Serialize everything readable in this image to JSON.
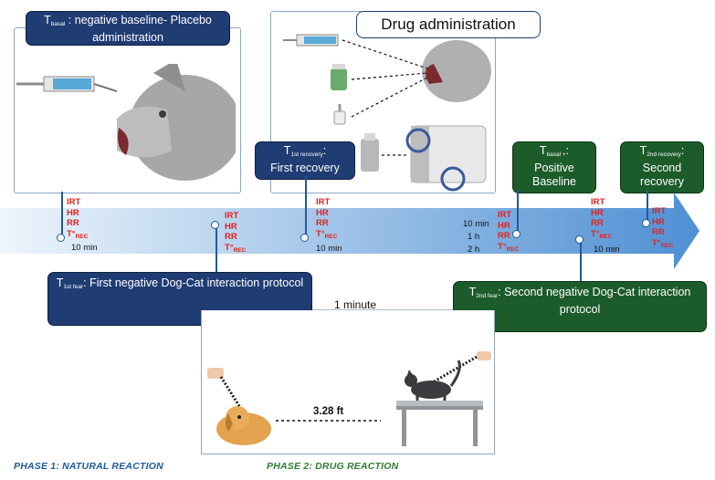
{
  "boxes": {
    "basal_neg": {
      "t": "T",
      "sub": "basal",
      "text": " : negative baseline- Placebo administration"
    },
    "drug_admin": {
      "text": "Drug administration"
    },
    "first_recovery": {
      "t": "T",
      "sub": "1st recovery",
      "suffix": ":",
      "text": "First recovery"
    },
    "basal_pos": {
      "t": "T",
      "sub": "basal +",
      "suffix": ":",
      "text": "Positive Baseline"
    },
    "second_recovery": {
      "t": "T",
      "sub": "2nd recovery",
      "suffix": ":",
      "text": "Second recovery"
    },
    "first_fear": {
      "t": "T",
      "sub": "1st fear",
      "text": ": First negative Dog-Cat interaction protocol"
    },
    "second_fear": {
      "t": "T",
      "sub": "2nd fear",
      "text": ": Second negative Dog-Cat interaction protocol"
    }
  },
  "measures": {
    "irt": "IRT",
    "hr": "HR",
    "rr": "RR",
    "trec": "T°",
    "trec_sub": "REC"
  },
  "durations": {
    "d1": "10 min",
    "d2": "10 min",
    "d3a": "10 min",
    "d3b": "1 h",
    "d3c": "2 h",
    "d4": "10 min"
  },
  "interaction": {
    "time": "1 minute",
    "distance": "3.28 ft"
  },
  "phases": {
    "p1": "PHASE 1: NATURAL REACTION",
    "p2": "PHASE 2: DRUG REACTION"
  },
  "colors": {
    "navy": "#1f3c73",
    "green": "#1c5b2a",
    "red": "#e3211c",
    "phase1": "#1f5a9a",
    "phase2": "#2e7d32"
  }
}
